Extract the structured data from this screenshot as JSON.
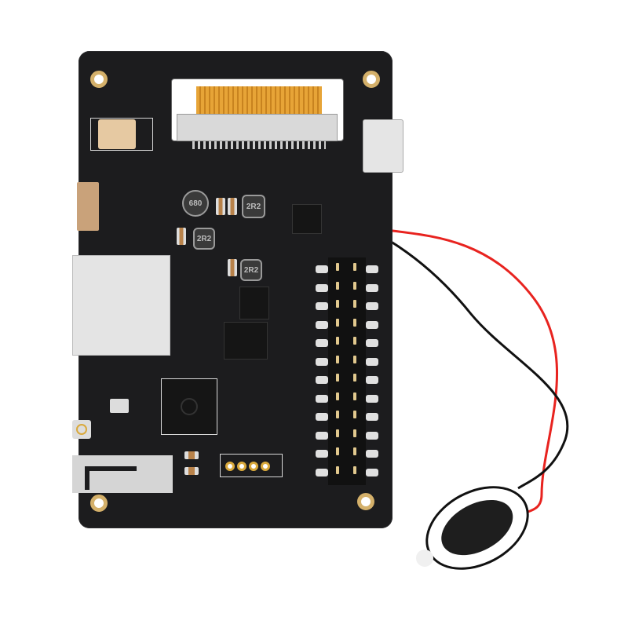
{
  "scene": {
    "subject": "ESP32 development board with display connector, micro SD slot, pin header and speaker",
    "background_color": "#ffffff",
    "board_color": "#1c1c1e",
    "gold_color": "#d4b06a",
    "wire_colors": {
      "positive": "#e8231f",
      "negative": "#111111"
    }
  },
  "board": {
    "mounting_holes": 4,
    "components": {
      "fpc_connector": {
        "label": "FPC display ribbon connector",
        "ribbon_color": "#e7a437"
      },
      "micro_usb": {
        "label": "Micro USB port"
      },
      "battery_connector": {
        "label": "JST battery connector"
      },
      "slide_switch": {
        "label": "Power slide switch"
      },
      "sd_slot": {
        "label": "Micro SD card slot"
      },
      "mcu": {
        "label": "ESP32 MCU",
        "logo": "espressif-logo"
      },
      "antenna": {
        "label": "PCB antenna"
      },
      "ipex_connector": {
        "label": "IPEX antenna connector"
      },
      "pin_header": {
        "label": "Pin header",
        "rows": 12,
        "cols": 2
      },
      "gold_pads": {
        "label": "Test pads",
        "count": 4
      },
      "inductor_markings": [
        "680",
        "2R2",
        "2R2",
        "2R2"
      ]
    }
  },
  "speaker": {
    "label": "Oval speaker",
    "shape": "oval"
  }
}
